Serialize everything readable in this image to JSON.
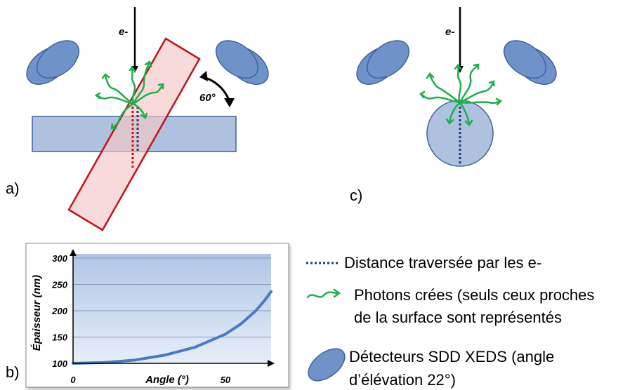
{
  "panels": {
    "a": {
      "label": "a)",
      "beam_label": "e-",
      "rotation_label": "60°"
    },
    "b": {
      "label": "b)"
    },
    "c": {
      "label": "c)",
      "beam_label": "e-"
    }
  },
  "legend": {
    "distance": "Distance traversée par les e-",
    "photons_line1": "Photons crées (seuls ceux proches",
    "photons_line2": "de la surface sont représentés",
    "detectors_line1": "Détecteurs SDD XEDS (angle",
    "detectors_line2": "d’élévation 22°)"
  },
  "colors": {
    "detector": "#6f93c9",
    "sample": "#aec2e0",
    "tilted_sample": "#f6c6c6",
    "tilted_border": "#c0141b",
    "photon": "#1fae4b",
    "distance_blue": "#1f3a6e",
    "distance_red": "#d01010",
    "curve": "#4a7bc0"
  },
  "chart_data": {
    "type": "line",
    "title": "",
    "xlabel": "Angle (°)",
    "ylabel": "Épaisseur (nm)",
    "xlim": [
      0,
      65
    ],
    "ylim": [
      100,
      300
    ],
    "x_ticks": [
      "0",
      "50"
    ],
    "y_ticks": [
      "100",
      "150",
      "200",
      "250",
      "300"
    ],
    "grid": true,
    "series": [
      {
        "x": [
          0,
          10,
          20,
          30,
          40,
          50,
          55,
          60,
          63,
          65
        ],
        "values": [
          100,
          101.5,
          106,
          115.5,
          130.5,
          155.5,
          174.5,
          200,
          220.5,
          236.5
        ]
      }
    ]
  }
}
